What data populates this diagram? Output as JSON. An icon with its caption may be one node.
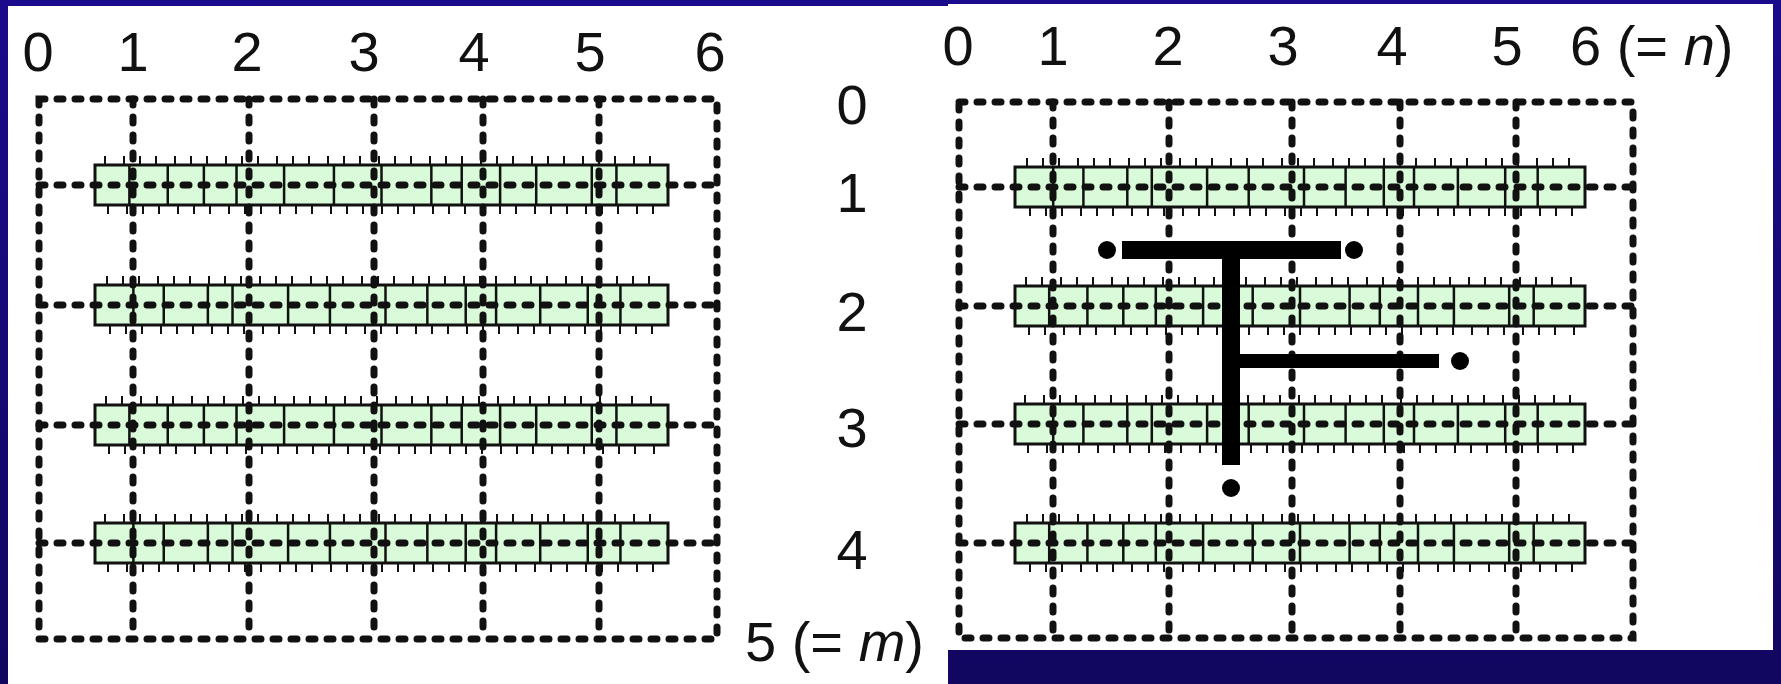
{
  "diagram": {
    "labels": [
      "0",
      "1",
      "2",
      "3",
      "4",
      "5",
      "6",
      "0",
      "1",
      "2",
      "3",
      "4",
      "5",
      "6 (= *n*)",
      "0",
      "1",
      "2",
      "3",
      "4",
      "5 (= *m*)"
    ]
  }
}
